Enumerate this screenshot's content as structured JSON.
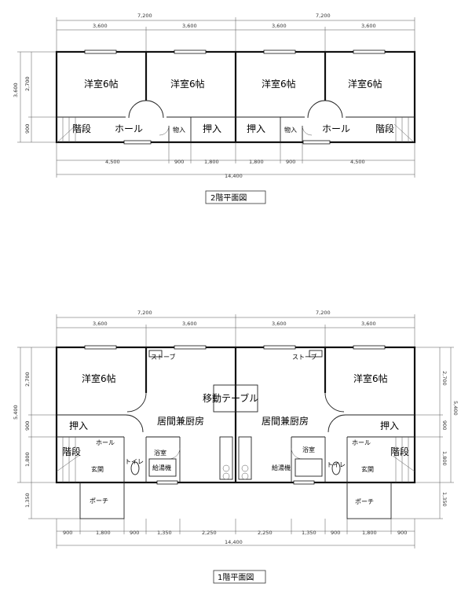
{
  "dims": {
    "d7200": "7,200",
    "d3600": "3,600",
    "d2700": "2,700",
    "d900": "900",
    "d4500": "4,500",
    "d1800": "1,800",
    "d14400": "14,400",
    "d5400": "5,400",
    "d1350": "1,350",
    "d2250": "2,250"
  },
  "rooms": {
    "western6": "洋室6帖",
    "stairs": "階段",
    "hall": "ホール",
    "storage": "物入",
    "closet": "押入",
    "stove": "ストーブ",
    "table": "移動テーブル",
    "living": "居間兼厨房",
    "bath": "浴室",
    "toilet": "トイレ",
    "entrance": "玄関",
    "heater": "給湯機",
    "porch": "ポーチ"
  },
  "captions": {
    "floor2": "2階平面図",
    "floor1": "1階平面図"
  }
}
